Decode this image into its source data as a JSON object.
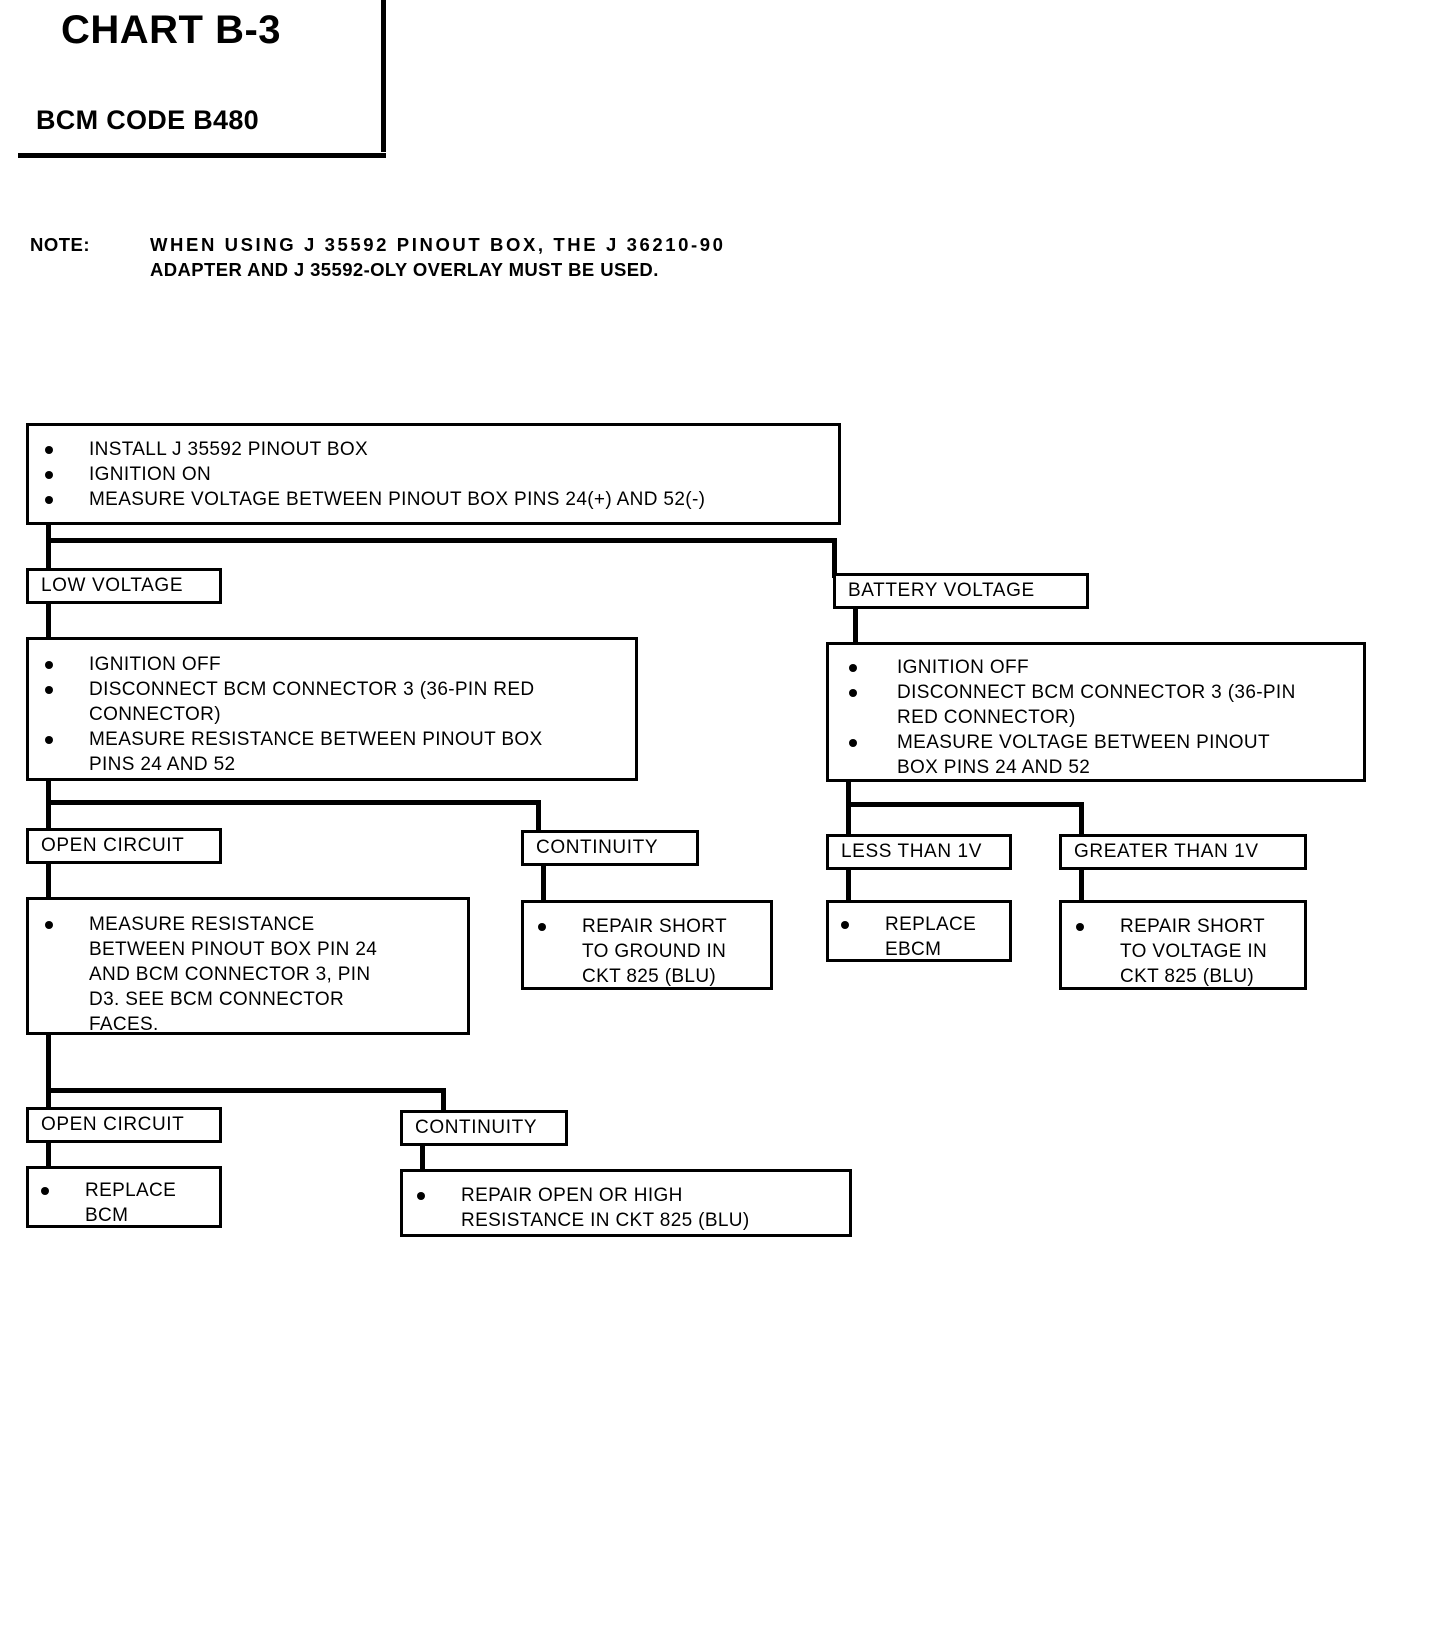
{
  "header": {
    "title": "CHART B-3",
    "subtitle": "BCM CODE B480"
  },
  "note": {
    "label": "NOTE:",
    "line1": "WHEN USING J 35592 PINOUT BOX, THE J 36210-90",
    "line2": "ADAPTER AND J 35592-OLY OVERLAY MUST BE USED."
  },
  "chart_data": {
    "type": "diagram",
    "title": "CHART B-3 — BCM CODE B480",
    "nodes": {
      "step1": {
        "kind": "action",
        "items": [
          "INSTALL J 35592 PINOUT BOX",
          "IGNITION ON",
          "MEASURE VOLTAGE BETWEEN PINOUT BOX PINS 24(+) AND 52(-)"
        ]
      },
      "branch_low": {
        "kind": "result",
        "label": "LOW VOLTAGE"
      },
      "branch_battery": {
        "kind": "result",
        "label": "BATTERY VOLTAGE"
      },
      "step_low": {
        "kind": "action",
        "items_lines": [
          [
            "IGNITION OFF"
          ],
          [
            "DISCONNECT BCM CONNECTOR 3 (36-PIN RED",
            "CONNECTOR)"
          ],
          [
            "MEASURE RESISTANCE BETWEEN PINOUT BOX",
            "PINS 24 AND 52"
          ]
        ]
      },
      "step_battery": {
        "kind": "action",
        "items_lines": [
          [
            "IGNITION OFF"
          ],
          [
            "DISCONNECT BCM CONNECTOR 3 (36-PIN",
            "RED CONNECTOR)"
          ],
          [
            "MEASURE VOLTAGE BETWEEN PINOUT",
            "BOX PINS 24 AND 52"
          ]
        ]
      },
      "open_circuit_1": {
        "kind": "result",
        "label": "OPEN CIRCUIT"
      },
      "continuity_1": {
        "kind": "result",
        "label": "CONTINUITY"
      },
      "less_than_1v": {
        "kind": "result",
        "label": "LESS THAN 1V"
      },
      "greater_than_1v": {
        "kind": "result",
        "label": "GREATER THAN 1V"
      },
      "step_open_measure": {
        "kind": "action",
        "items_lines": [
          [
            "MEASURE RESISTANCE",
            "BETWEEN PINOUT BOX PIN 24",
            "AND BCM CONNECTOR 3, PIN",
            "D3. SEE BCM CONNECTOR",
            "FACES."
          ]
        ]
      },
      "repair_short_ground": {
        "kind": "action",
        "items_lines": [
          [
            "REPAIR SHORT",
            "TO GROUND IN",
            "CKT 825 (BLU)"
          ]
        ]
      },
      "replace_ebcm": {
        "kind": "action",
        "items_lines": [
          [
            "REPLACE",
            "EBCM"
          ]
        ]
      },
      "repair_short_voltage": {
        "kind": "action",
        "items_lines": [
          [
            "REPAIR SHORT",
            "TO VOLTAGE IN",
            "CKT 825 (BLU)"
          ]
        ]
      },
      "open_circuit_2": {
        "kind": "result",
        "label": "OPEN CIRCUIT"
      },
      "continuity_2": {
        "kind": "result",
        "label": "CONTINUITY"
      },
      "replace_bcm": {
        "kind": "action",
        "items_lines": [
          [
            "REPLACE",
            "BCM"
          ]
        ]
      },
      "repair_open": {
        "kind": "action",
        "items_lines": [
          [
            "REPAIR OPEN OR HIGH",
            "RESISTANCE IN CKT 825 (BLU)"
          ]
        ]
      }
    },
    "edges": [
      {
        "from": "step1",
        "to": "branch_low"
      },
      {
        "from": "step1",
        "to": "branch_battery"
      },
      {
        "from": "branch_low",
        "to": "step_low"
      },
      {
        "from": "branch_battery",
        "to": "step_battery"
      },
      {
        "from": "step_low",
        "to": "open_circuit_1"
      },
      {
        "from": "step_low",
        "to": "continuity_1"
      },
      {
        "from": "step_battery",
        "to": "less_than_1v"
      },
      {
        "from": "step_battery",
        "to": "greater_than_1v"
      },
      {
        "from": "open_circuit_1",
        "to": "step_open_measure"
      },
      {
        "from": "continuity_1",
        "to": "repair_short_ground"
      },
      {
        "from": "less_than_1v",
        "to": "replace_ebcm"
      },
      {
        "from": "greater_than_1v",
        "to": "repair_short_voltage"
      },
      {
        "from": "step_open_measure",
        "to": "open_circuit_2"
      },
      {
        "from": "step_open_measure",
        "to": "continuity_2"
      },
      {
        "from": "open_circuit_2",
        "to": "replace_bcm"
      },
      {
        "from": "continuity_2",
        "to": "repair_open"
      }
    ]
  },
  "colors": {
    "ink": "#000000",
    "paper": "#ffffff"
  }
}
